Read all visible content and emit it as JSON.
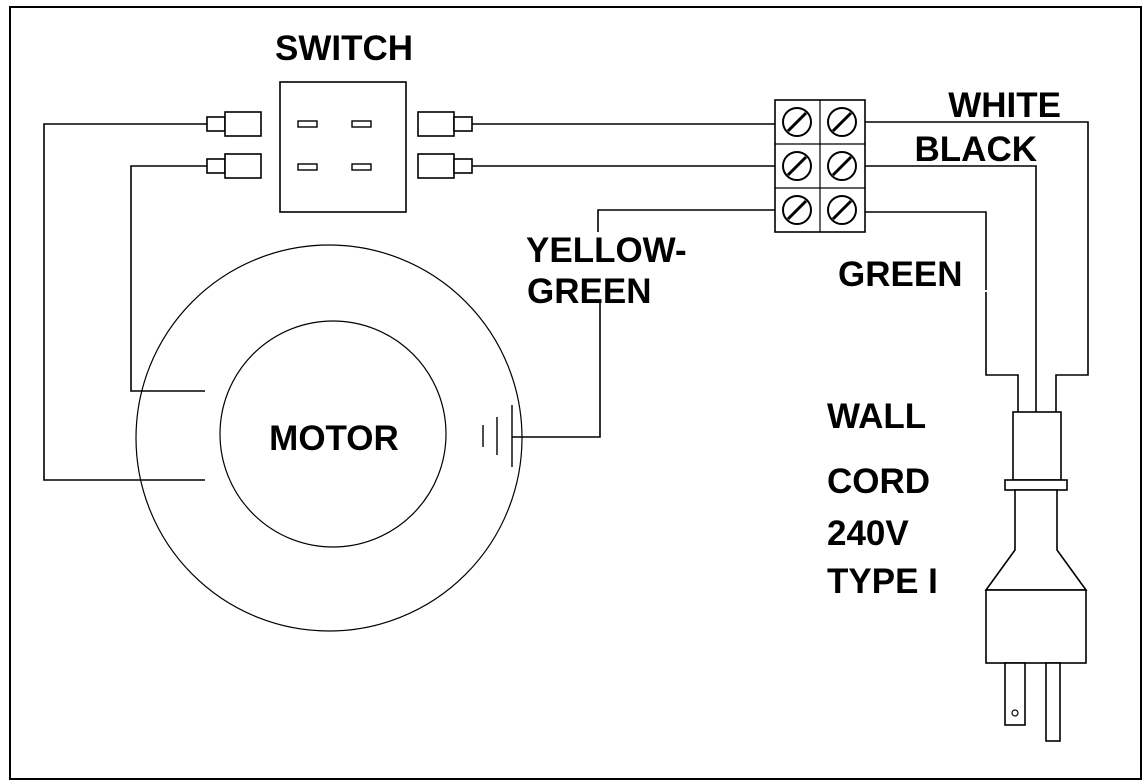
{
  "labels": {
    "switch": "SWITCH",
    "white": "WHITE",
    "black": "BLACK",
    "yellow_green_line1": "YELLOW-",
    "yellow_green_line2": "GREEN",
    "green": "GREEN",
    "motor": "MOTOR",
    "cord_line1": "WALL",
    "cord_line2": "CORD",
    "cord_line3": "240V",
    "cord_line4": "TYPE I"
  }
}
